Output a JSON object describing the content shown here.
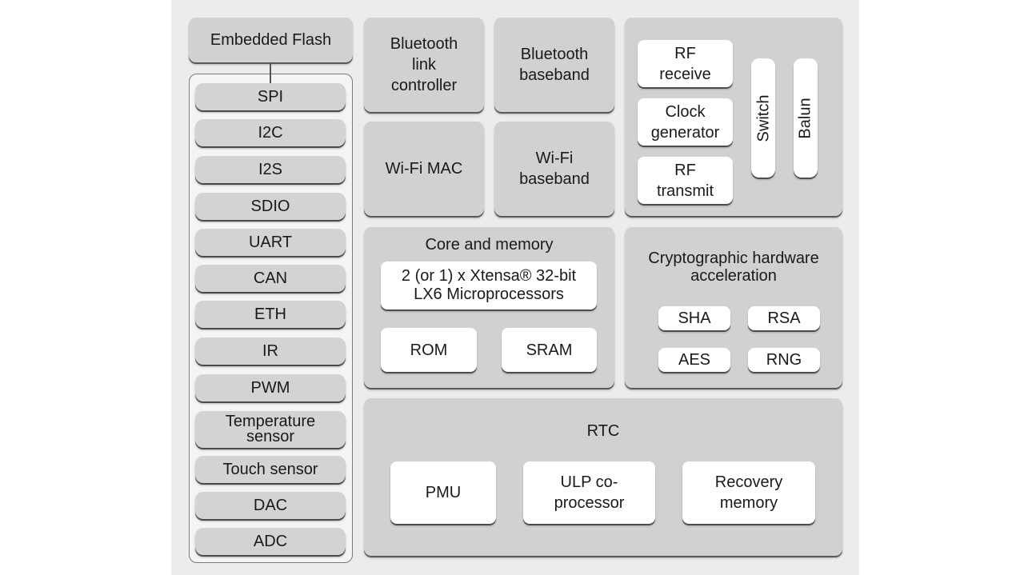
{
  "diagram": {
    "embedded_flash": "Embedded Flash",
    "peripherals": [
      "SPI",
      "I2C",
      "I2S",
      "SDIO",
      "UART",
      "CAN",
      "ETH",
      "IR",
      "PWM",
      "Temperature sensor",
      "Touch sensor",
      "DAC",
      "ADC"
    ],
    "bluetooth_link_controller": "Bluetooth link controller",
    "bluetooth_baseband": "Bluetooth baseband",
    "wifi_mac": "Wi-Fi MAC",
    "wifi_baseband": "Wi-Fi baseband",
    "rf": {
      "receive": "RF receive",
      "clock_generator": "Clock generator",
      "transmit": "RF transmit",
      "switch": "Switch",
      "balun": "Balun"
    },
    "core": {
      "title": "Core and memory",
      "processor": "2 (or 1) x Xtensa® 32-bit LX6 Microprocessors",
      "rom": "ROM",
      "sram": "SRAM"
    },
    "crypto": {
      "title": "Cryptographic hardware acceleration",
      "items": [
        "SHA",
        "RSA",
        "AES",
        "RNG"
      ]
    },
    "rtc": {
      "title": "RTC",
      "pmu": "PMU",
      "ulp": "ULP co-processor",
      "recovery": "Recovery memory"
    }
  }
}
